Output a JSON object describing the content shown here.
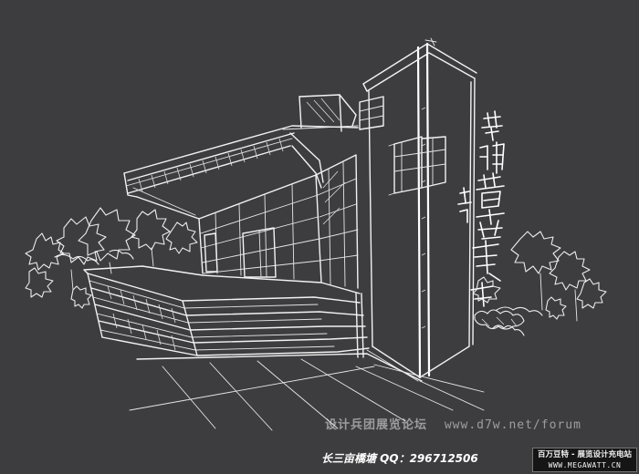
{
  "image": {
    "background_color": "#3d3d3f",
    "line_color": "#f2f2f2"
  },
  "watermark_forum": {
    "name_cn": "设计兵团展览论坛",
    "url": "www.d7w.net/forum"
  },
  "credit_line": {
    "text": "长三亩橋塘 QQ：296712506"
  },
  "badge": {
    "title_cn": "百万豆特 - 展览设计充电站",
    "url": "WWW.MEGAWATT.CN"
  }
}
